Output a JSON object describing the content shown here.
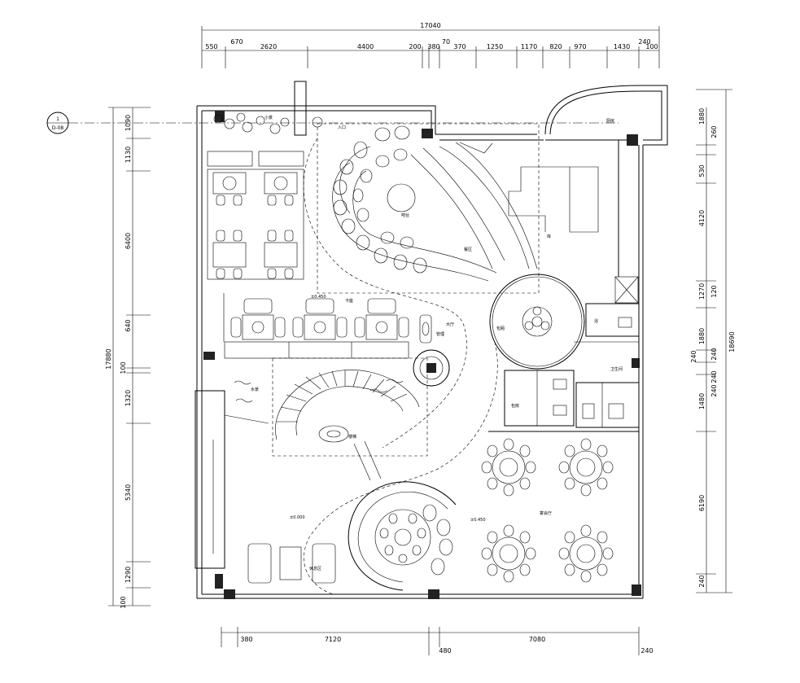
{
  "dims": {
    "top_total": "17040",
    "top": [
      "550",
      "670",
      "2620",
      "4400",
      "200",
      "380",
      "70",
      "370",
      "1250",
      "1170",
      "820",
      "970",
      "1430",
      "240",
      "100"
    ],
    "bottom": [
      "380",
      "7120",
      "480",
      "7080",
      "240"
    ],
    "left_total": "17880",
    "left": [
      "1090",
      "1130",
      "6400",
      "640",
      "100",
      "1320",
      "5340",
      "1290",
      "100"
    ],
    "right_total": "18690",
    "right": [
      "1880",
      "260",
      "530",
      "4120",
      "1270",
      "120",
      "1880",
      "240",
      "240",
      "240",
      "1480",
      "240",
      "6190",
      "240"
    ]
  },
  "axis": {
    "number": "1",
    "sheet": "D-08"
  },
  "levels": [
    "±0.450",
    "±0.000",
    "±0.450"
  ],
  "rooms": {
    "garden": "小景",
    "entrance": "入口",
    "bar": "吧台",
    "dining_area": "餐区",
    "hall": "大厅",
    "lounge": "休息区",
    "wc": "卫生间",
    "water": "水景",
    "stair": "楼梯",
    "round_room": "包厢",
    "booth": "卡座",
    "private": "包房",
    "kitchen": "厨房",
    "mgmt": "管理",
    "banquet": "宴会厅",
    "bath": "浴",
    "store": "库"
  }
}
